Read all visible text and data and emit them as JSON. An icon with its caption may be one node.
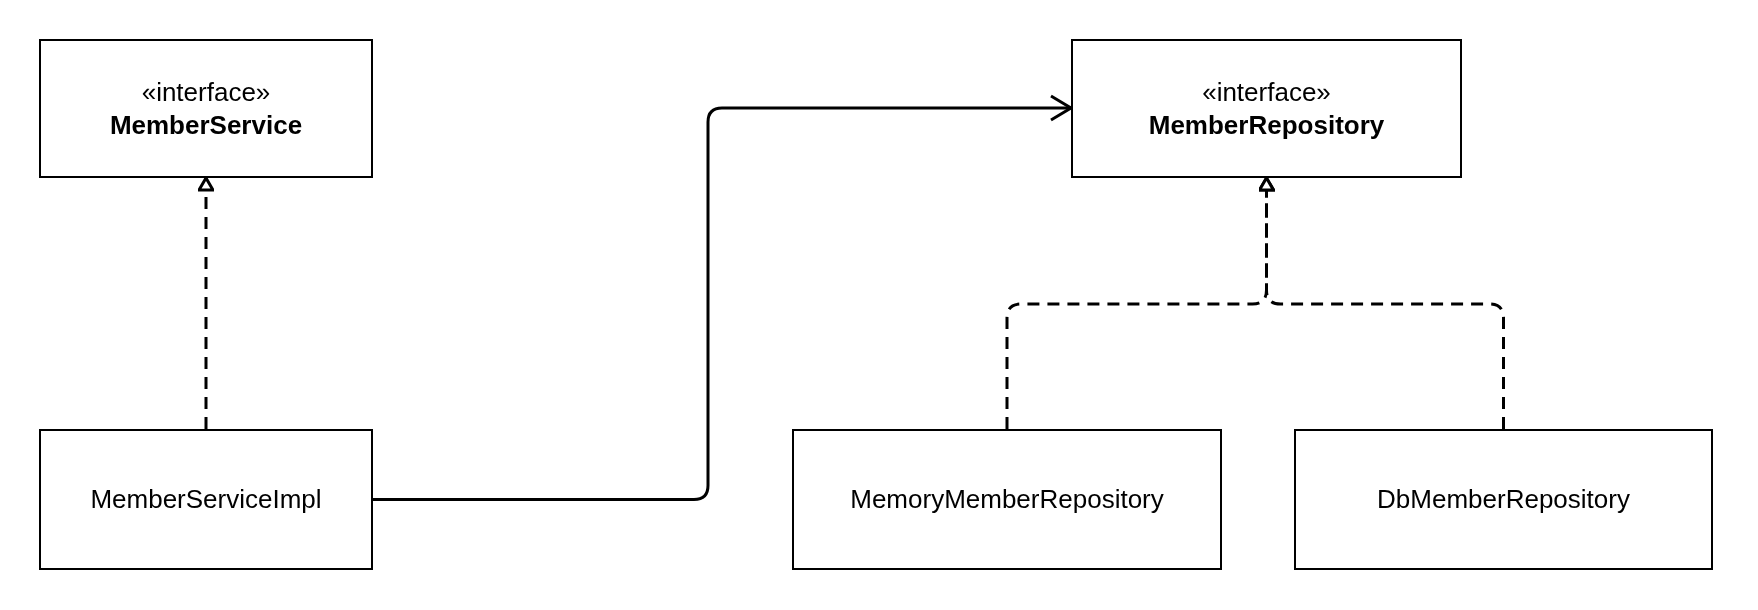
{
  "diagram": {
    "nodes": [
      {
        "text": [
          "«interface»",
          "MemberService"
        ]
      },
      {
        "text": [
          "«interface»",
          "MemberRepository"
        ]
      },
      {
        "text": [
          "MemberServiceImpl"
        ]
      },
      {
        "text": [
          "MemoryMemberRepository"
        ]
      },
      {
        "text": [
          "DbMemberRepository"
        ]
      }
    ],
    "edges": [
      {
        "from": 2,
        "to": 0,
        "arrow": "to",
        "style": "dashed"
      },
      {
        "from": 2,
        "to": 1,
        "arrow": "to"
      },
      {
        "from": 3,
        "to": 1,
        "arrow": "to",
        "style": "dashed"
      },
      {
        "from": 4,
        "to": 1,
        "arrow": "to",
        "style": "dashed"
      }
    ]
  }
}
